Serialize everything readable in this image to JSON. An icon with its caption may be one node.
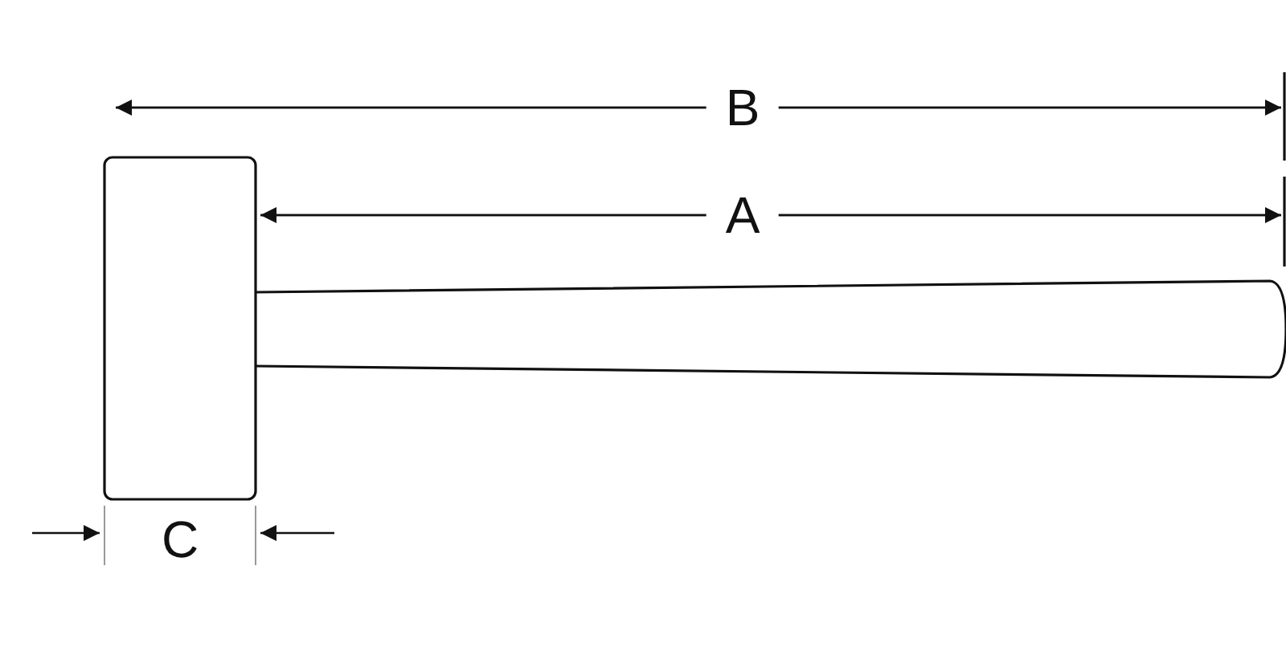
{
  "diagram": {
    "labels": [
      "B",
      "A",
      "C"
    ]
  }
}
